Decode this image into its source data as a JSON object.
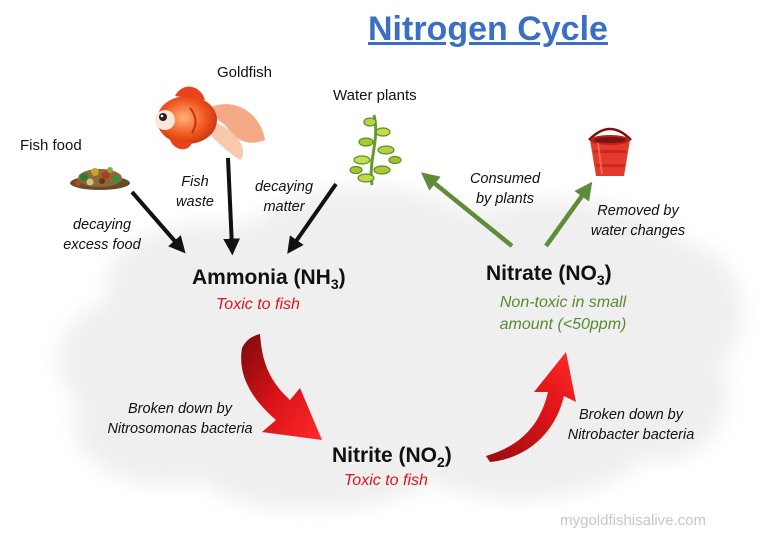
{
  "title": "Nitrogen Cycle",
  "sources": {
    "fish_food": "Fish food",
    "goldfish": "Goldfish",
    "water_plants": "Water plants"
  },
  "edges": {
    "food_line1": "decaying",
    "food_line2": "excess food",
    "waste_line1": "Fish",
    "waste_line2": "waste",
    "matter_line1": "decaying",
    "matter_line2": "matter",
    "consumed_line1": "Consumed",
    "consumed_line2": "by plants",
    "removed_line1": "Removed by",
    "removed_line2": "water changes",
    "nitroso_line1": "Broken down by",
    "nitroso_line2": "Nitrosomonas bacteria",
    "nitrobacter_line1": "Broken down by",
    "nitrobacter_line2": "Nitrobacter bacteria"
  },
  "nodes": {
    "ammonia": {
      "name": "Ammonia (NH",
      "sub": "3",
      "close": ")",
      "note": "Toxic to fish"
    },
    "nitrite": {
      "name": "Nitrite (NO",
      "sub": "2",
      "close": ")",
      "note": "Toxic to fish"
    },
    "nitrate": {
      "name": "Nitrate (NO",
      "sub": "3",
      "close": ")",
      "note_line1": "Non-toxic in small",
      "note_line2": "amount (<50ppm)"
    }
  },
  "credit": "mygoldfishisalive.com",
  "colors": {
    "title": "#3a6fc3",
    "toxic": "#e0141c",
    "safe": "#5a8a2e",
    "arrow_black": "#111111",
    "arrow_green": "#5f8c3a",
    "arrow_red": "#d81218",
    "cloud": "#f2f2f2"
  }
}
